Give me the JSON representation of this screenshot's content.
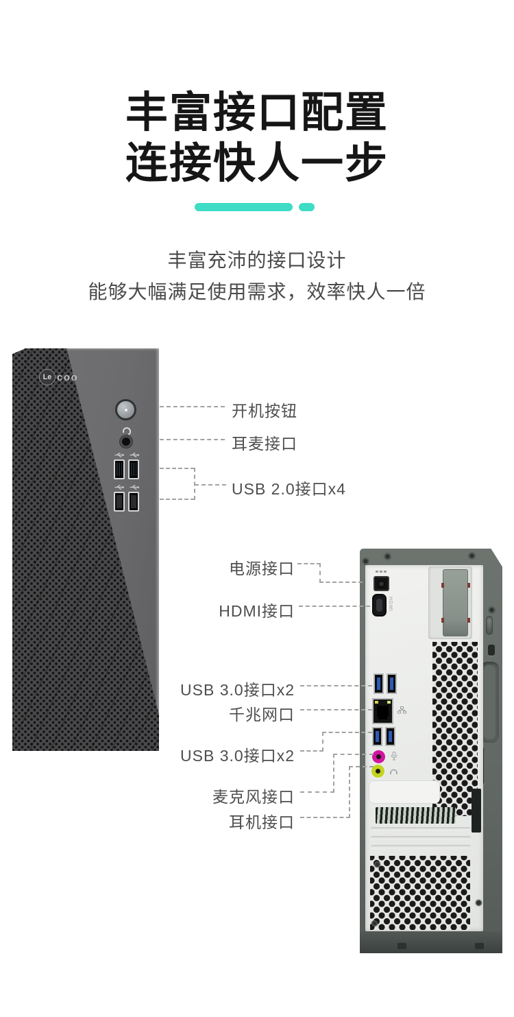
{
  "header": {
    "title_line1": "丰富接口配置",
    "title_line2": "连接快人一步",
    "subtitle_line1": "丰富充沛的接口设计",
    "subtitle_line2": "能够大幅满足使用需求，效率快人一倍"
  },
  "brand": {
    "logo_le": "Le",
    "logo_coo": "coo"
  },
  "front": {
    "labels": {
      "power": "开机按钮",
      "audio": "耳麦接口",
      "usb": "USB 2.0接口x4"
    }
  },
  "rear": {
    "port_marking_hdmi": "HDMI",
    "labels": {
      "power": "电源接口",
      "hdmi": "HDMI接口",
      "usb_top": "USB 3.0接口x2",
      "lan": "千兆网口",
      "usb_bottom": "USB 3.0接口x2",
      "mic": "麦克风接口",
      "headphone": "耳机接口"
    }
  },
  "colors": {
    "accent_teal": "#3edcc5",
    "title_text": "#161616",
    "body_text": "#4a4a4a",
    "mic_jack": "#d0169c",
    "headphone_jack": "#c3d41f",
    "usb3_blue": "#2d5ab4",
    "front_case": "#6c6c6e",
    "rear_frame": "#616864",
    "rear_panel": "#e8e9e7"
  }
}
